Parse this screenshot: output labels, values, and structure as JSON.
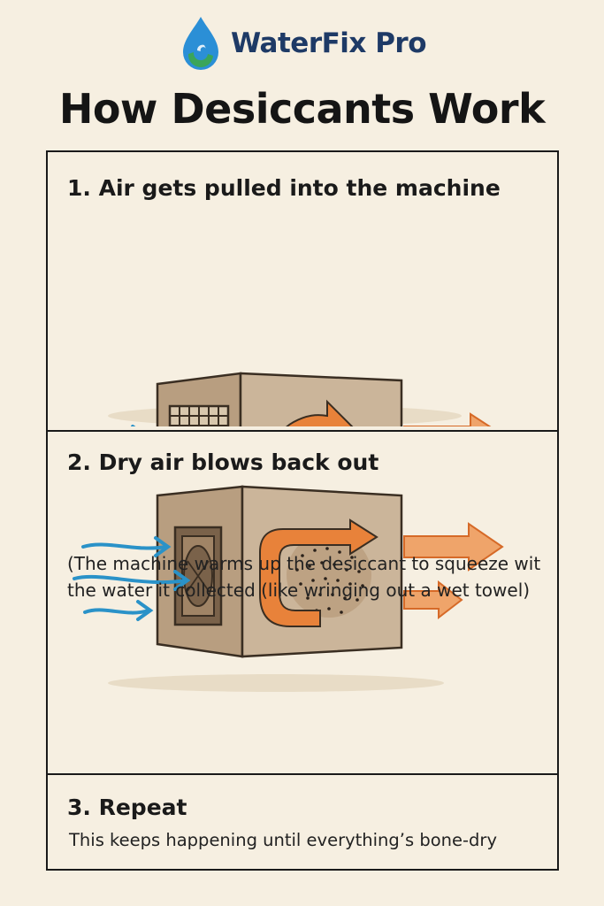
{
  "brand": {
    "name": "WaterFix Pro",
    "colors": {
      "drop": "#2b8fd6",
      "leaf": "#3aa55a",
      "text": "#1e3a66"
    }
  },
  "title": "How Desiccants Work",
  "steps": [
    {
      "heading": "1. Air gets pulled into the machine"
    },
    {
      "heading": "2. Dry air blows back out",
      "note": "(The machine warms up the desiccant to squeeze wit the water it collected (like wringing out a wet towel)"
    },
    {
      "heading": "3. Repeat",
      "description": "This keeps happening until everything’s bone-dry"
    }
  ],
  "icons": [
    "water-drop-logo-icon",
    "air-flow-arrow-icon",
    "mesh-filter-icon",
    "fan-filter-icon",
    "circular-arrow-icon",
    "desiccant-wheel-icon",
    "output-arrow-icon"
  ],
  "colors": {
    "background": "#f6efe1",
    "box_front": "#cbb59a",
    "box_side": "#b89e80",
    "air_in": "#2a92c8",
    "arrow_orange": "#e8823a",
    "arrow_out": "#efa46a",
    "border": "#1a1a1a"
  }
}
